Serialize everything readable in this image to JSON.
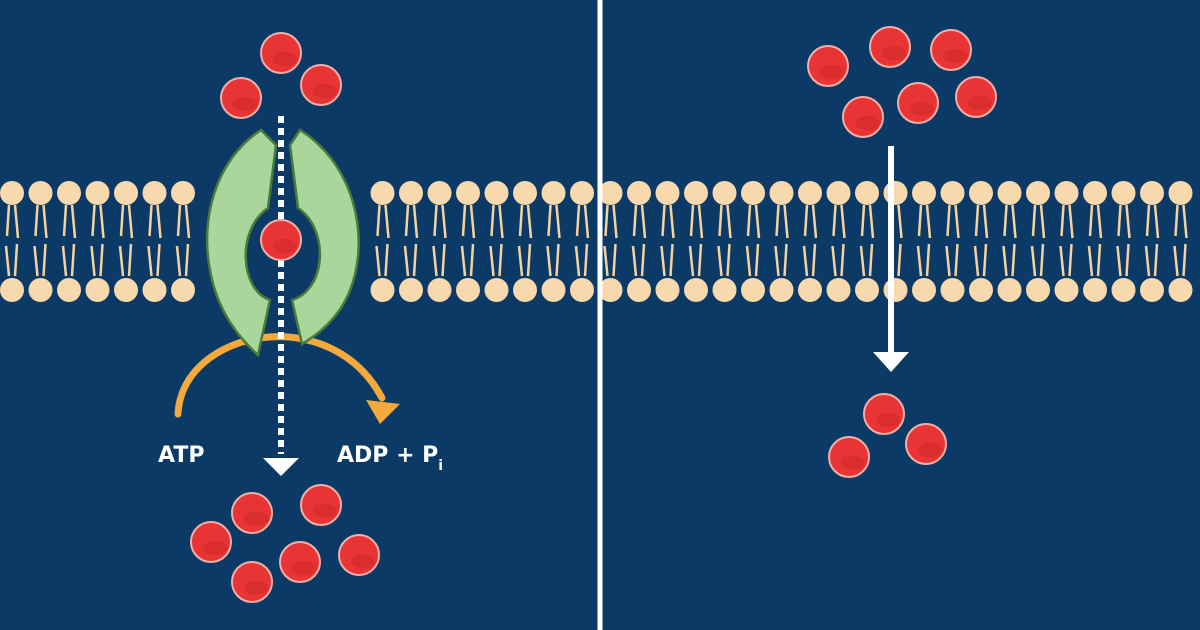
{
  "labels": {
    "atp": "ATP",
    "adp": "ADP + P",
    "pi_sub": "i"
  },
  "colors": {
    "background": "#0b3a66",
    "lipid_head": "#f8d9ad",
    "lipid_tail": "#f5d3a1",
    "molecule": "#e83434",
    "molecule_edge": "#f2b0a8",
    "protein": "#a9d69a",
    "protein_edge": "#4a7a3a",
    "energy_arrow": "#f3a93c",
    "arrow": "#ffffff",
    "divider": "#ffffff"
  },
  "panels": [
    {
      "name": "active-transport",
      "molecules_above": 3,
      "molecules_in_channel": 1,
      "molecules_below": 6
    },
    {
      "name": "passive-diffusion",
      "molecules_above": 6,
      "molecules_below": 3
    }
  ]
}
